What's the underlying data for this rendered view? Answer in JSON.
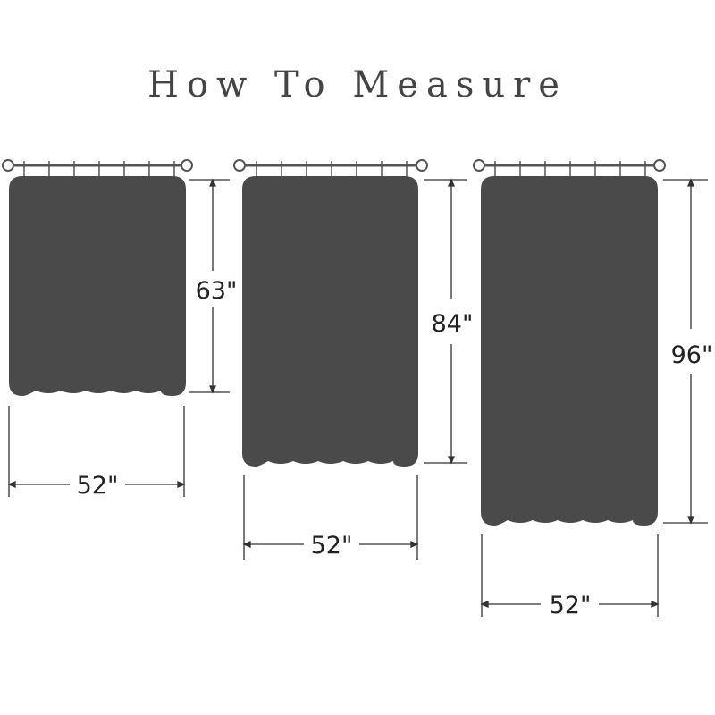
{
  "title": "How To Measure",
  "colors": {
    "curtain": "#4a4a4a",
    "rod": "#555555",
    "line": "#333333",
    "text": "#222222"
  },
  "curtains": [
    {
      "height_label": "63\"",
      "width_label": "52\""
    },
    {
      "height_label": "84\"",
      "width_label": "52\""
    },
    {
      "height_label": "96\"",
      "width_label": "52\""
    }
  ]
}
